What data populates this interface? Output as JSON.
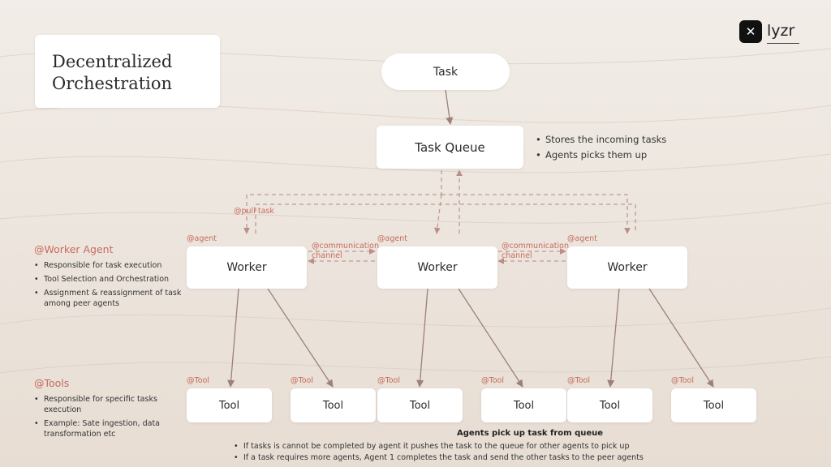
{
  "title": {
    "line1": "Decentralized",
    "line2": "Orchestration"
  },
  "logo": {
    "mark": "✕",
    "text": "lyzr"
  },
  "nodes": {
    "task": "Task",
    "queue": "Task Queue",
    "workers": [
      "Worker",
      "Worker",
      "Worker"
    ],
    "tools": [
      "Tool",
      "Tool",
      "Tool",
      "Tool",
      "Tool",
      "Tool"
    ]
  },
  "queue_notes": [
    "Stores the incoming tasks",
    "Agents picks them up"
  ],
  "edge_labels": {
    "pull_task": "@pull task",
    "agent": "@agent",
    "comm_line1": "@communication",
    "comm_line2": "channel",
    "tool": "@Tool"
  },
  "worker_section": {
    "heading": "@Worker Agent",
    "items": [
      "Responsible for task execution",
      "Tool Selection and Orchestration",
      "Assignment & reassignment of task among peer agents"
    ]
  },
  "tools_section": {
    "heading": "@Tools",
    "items": [
      "Responsible for specific tasks execution",
      "Example: Sate ingestion, data transformation etc"
    ]
  },
  "footer": {
    "title": "Agents pick up task from queue",
    "items": [
      "If tasks is cannot be completed by agent it pushes the task to the queue for other agents to pick up",
      "If a task requires more agents, Agent 1 completes the task and send the other tasks to the peer agents"
    ]
  },
  "colors": {
    "accent": "#c76b5d",
    "arrow": "#9c8079",
    "background": "#efe8e1"
  }
}
